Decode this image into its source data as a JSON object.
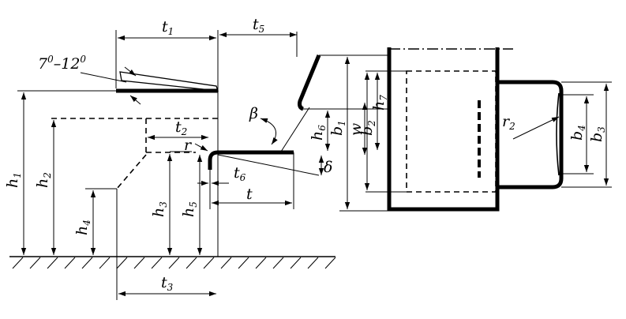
{
  "labels": {
    "angle_range": "7",
    "angle_range_deg1": "0",
    "angle_range_dash": "–12",
    "angle_range_deg2": "0",
    "t1_main": "t",
    "t1_sub": "1",
    "t5_main": "t",
    "t5_sub": "5",
    "t2_main": "t",
    "t2_sub": "2",
    "t3_main": "t",
    "t3_sub": "3",
    "t6_main": "t",
    "t6_sub": "6",
    "t_main": "t",
    "r_main": "r",
    "r2_main": "r",
    "r2_sub": "2",
    "beta": "β",
    "delta": "δ",
    "h1_main": "h",
    "h1_sub": "1",
    "h2_main": "h",
    "h2_sub": "2",
    "h3_main": "h",
    "h3_sub": "3",
    "h4_main": "h",
    "h4_sub": "4",
    "h5_main": "h",
    "h5_sub": "5",
    "h6_main": "h",
    "h6_sub": "6",
    "h7_main": "h",
    "h7_sub": "7",
    "b1_main": "b",
    "b1_sub": "1",
    "b2_main": "b",
    "b2_sub": "2",
    "b3_main": "b",
    "b3_sub": "3",
    "b4_main": "b",
    "b4_sub": "4",
    "w_main": "w"
  }
}
